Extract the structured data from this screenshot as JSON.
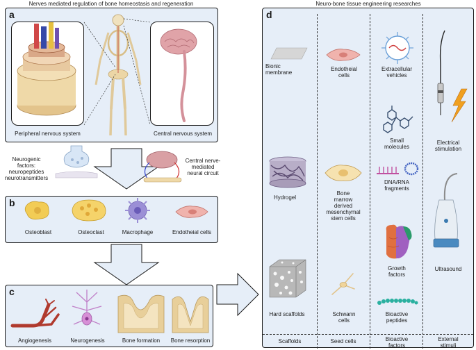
{
  "panel_a": {
    "title": "Nerves mediated regulation of bone homeostasis and regeneration",
    "letter": "a",
    "peripheral": "Peripheral nervous system",
    "central": "Central nervous system"
  },
  "middle": {
    "neurogenic_line1": "Neurogenic",
    "neurogenic_line2": "factors:",
    "neurogenic_line3": "neuropeptides",
    "neurogenic_line4": "neurotransmitters",
    "circuit_line1": "Central nerve-",
    "circuit_line2": "mediated",
    "circuit_line3": "neural circuit"
  },
  "panel_b": {
    "letter": "b",
    "cells": [
      "Osteoblast",
      "Osteoclast",
      "Macrophage",
      "Endotheial cells"
    ]
  },
  "panel_c": {
    "letter": "c",
    "items": [
      "Angiogenesis",
      "Neurogenesis",
      "Bone formation",
      "Bone resorption"
    ]
  },
  "panel_d": {
    "title": "Neuro-bone tissue engineering researches",
    "letter": "d",
    "scaffolds": {
      "bionic_1": "Bionic",
      "bionic_2": "membrane",
      "hydrogel": "Hydrogel",
      "hard": "Hard scaffolds",
      "footer": "Scaffolds"
    },
    "seed": {
      "endo_1": "Endotheial",
      "endo_2": "cells",
      "bm_1": "Bone",
      "bm_2": "marrow",
      "bm_3": "derived",
      "bm_4": "mesenchymal",
      "bm_5": "stem cells",
      "schwann_1": "Schwann",
      "schwann_2": "cells",
      "footer": "Seed cells"
    },
    "bioactive": {
      "ev_1": "Extracellular",
      "ev_2": "vehicles",
      "sm_1": "Small",
      "sm_2": "molecules",
      "dna_1": "DNA/RNA",
      "dna_2": "fragments",
      "gf_1": "Growth",
      "gf_2": "factors",
      "bp_1": "Bioactive",
      "bp_2": "peptides",
      "footer_1": "Bioactive",
      "footer_2": "factors"
    },
    "external": {
      "es_1": "Electrical",
      "es_2": "stimulation",
      "us": "Ultrasound",
      "footer_1": "External",
      "footer_2": "stimuli"
    }
  },
  "colors": {
    "panel_fill": "#e6eef8",
    "bone": "#efd9a8",
    "brain": "#e0a3a8",
    "osteoblast": "#f2cc55",
    "macrophage": "#9b8fd6",
    "endothelial": "#f0b3ad",
    "vessel": "#b03a2e",
    "lightning": "#f0a020",
    "arrow_fill": "#e6eef8"
  }
}
